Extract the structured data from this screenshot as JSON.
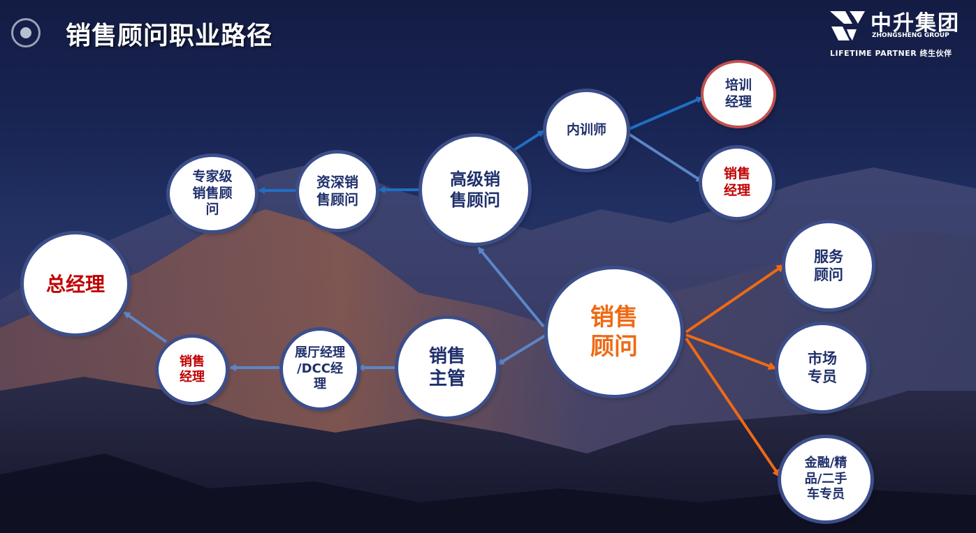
{
  "header": {
    "title": "销售顾问职业路径",
    "logo_cn": "中升集团",
    "logo_en": "ZHONGSHENG GROUP",
    "logo_tagline": "LIFETIME PARTNER 终生伙伴"
  },
  "nodes": {
    "sales_consultant": "销售\n顾问",
    "senior_sales": "高级销\n售顾问",
    "internal_trainer": "内训师",
    "training_manager": "培训\n经理",
    "sales_manager_top": "销售\n经理",
    "veteran_sales": "资深销\n售顾问",
    "expert_sales": "专家级\n销售顾\n问",
    "general_manager": "总经理",
    "sales_supervisor": "销售\n主管",
    "showroom_manager": "展厅经理\n/DCC经\n理",
    "sales_manager_bottom": "销售\n经理",
    "service_consultant": "服务\n顾问",
    "marketing_specialist": "市场\n专员",
    "finance_specialist": "金融/精\n品/二手\n车专员"
  },
  "colors": {
    "node_text": "#1f2f6b",
    "highlight_red": "#c00000",
    "highlight_orange": "#ee6a14",
    "arrow_blue": "#1f6fc4",
    "arrow_light_blue": "#5b86c8",
    "arrow_orange": "#ee6a14"
  }
}
